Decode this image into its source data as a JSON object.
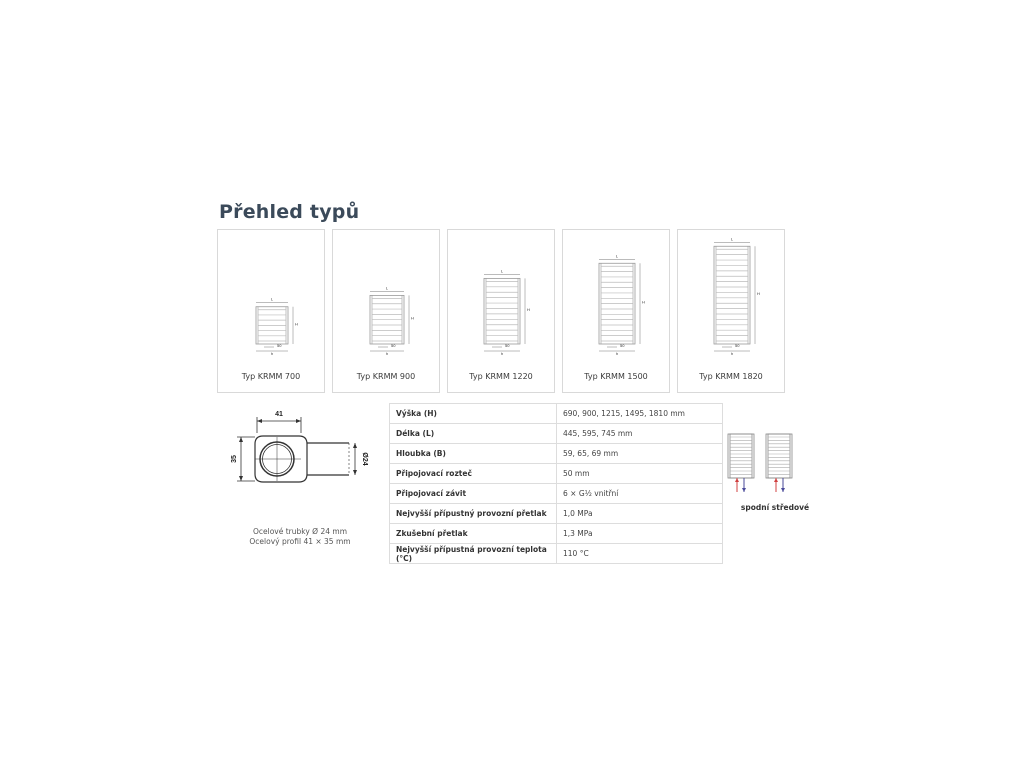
{
  "page_title": "Přehled typů",
  "types": [
    {
      "label": "Typ KRMM 700",
      "bars": 7,
      "h": 690
    },
    {
      "label": "Typ KRMM 900",
      "bars": 9,
      "h": 900
    },
    {
      "label": "Typ KRMM 1220",
      "bars": 12,
      "h": 1215
    },
    {
      "label": "Typ KRMM 1500",
      "bars": 15,
      "h": 1495
    },
    {
      "label": "Typ KRMM 1820",
      "bars": 18,
      "h": 1810
    }
  ],
  "drawing_labels": {
    "length": "L",
    "height": "H",
    "spacing": "50",
    "bottom": "h"
  },
  "profile": {
    "width_label": "41",
    "height_label": "35",
    "diameter_label": "Ø24",
    "caption_line1": "Ocelové trubky Ø 24 mm",
    "caption_line2": "Ocelový profil 41 × 35 mm"
  },
  "specs": [
    {
      "key": "Výška (H)",
      "value": "690, 900, 1215, 1495, 1810 mm"
    },
    {
      "key": "Délka (L)",
      "value": "445, 595, 745 mm"
    },
    {
      "key": "Hloubka (B)",
      "value": "59, 65, 69 mm"
    },
    {
      "key": "Připojovací rozteč",
      "value": "50 mm"
    },
    {
      "key": "Připojovací závit",
      "value": "6 × G½ vnitřní"
    },
    {
      "key": "Nejvyšší přípustný provozní přetlak",
      "value": "1,0 MPa"
    },
    {
      "key": "Zkušební přetlak",
      "value": "1,3 MPa"
    },
    {
      "key": "Nejvyšší přípustná provozní teplota (°C)",
      "value": "110 °C"
    }
  ],
  "connection_label": "spodní středové",
  "colors": {
    "title": "#3b4a5a",
    "border": "#d9d9d9",
    "flow_in": "#d04040",
    "flow_out": "#4a4a9a"
  }
}
